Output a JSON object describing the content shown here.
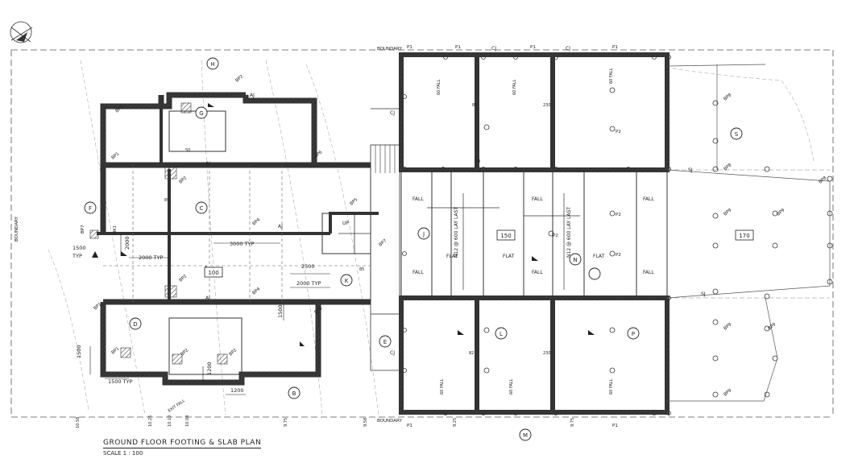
{
  "title": "GROUND FLOOR FOOTING & SLAB PLAN",
  "scale": "SCALE 1 : 100",
  "labels": {
    "boundary": "BOUNDARY",
    "sj": "SJ",
    "aj": "AJ",
    "cj": "CJ",
    "flat": "FLAT",
    "fall": "FALL",
    "up": "UP",
    "typ": "TYP",
    "n12": "N12 @ 600 LAY LAST",
    "fall_60": "60 FALL",
    "exit": "EXIT FALL"
  },
  "slabs": [
    "100",
    "150",
    "170"
  ],
  "dims": [
    "1500",
    "2000",
    "2000 TYP",
    "3000 TYP",
    "2500",
    "2000 TYP",
    "1500",
    "1500",
    "1500 TYP",
    "1200",
    "1200"
  ],
  "levels": [
    "10.58",
    "10.25",
    "10.10",
    "10.08",
    "9.75",
    "9.58",
    "9.25",
    "9.75"
  ],
  "piers": [
    "P1",
    "P2",
    "BP1",
    "BP2",
    "BP3",
    "BP4",
    "BP5",
    "BP6",
    "BP7",
    "BP8",
    "BP9"
  ],
  "section_markers": [
    "H",
    "G",
    "F",
    "C",
    "K",
    "D",
    "B",
    "J",
    "L",
    "N",
    "P",
    "S",
    "M",
    "E"
  ],
  "numbers": [
    "85",
    "230",
    "20",
    "82",
    "50",
    "85",
    "230",
    "85",
    "BK1"
  ]
}
